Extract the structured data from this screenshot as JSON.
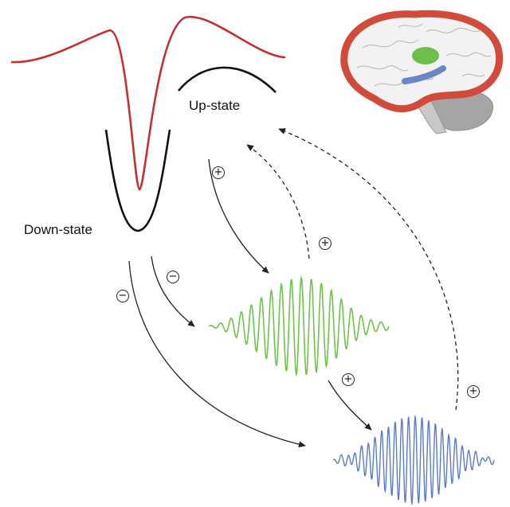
{
  "labels": {
    "up_state": "Up-state",
    "down_state": "Down-state"
  },
  "signs": [
    {
      "id": "sign-plus-1",
      "symbol": "+"
    },
    {
      "id": "sign-plus-2",
      "symbol": "+"
    },
    {
      "id": "sign-minus-1",
      "symbol": "−"
    },
    {
      "id": "sign-minus-2",
      "symbol": "−"
    },
    {
      "id": "sign-plus-3",
      "symbol": "+"
    },
    {
      "id": "sign-plus-4",
      "symbol": "+"
    }
  ],
  "colors": {
    "slow_oscillation": "#c0322f",
    "up_down_state": "#111111",
    "spindle": "#6fc24a",
    "ripple": "#5a7bc9",
    "arrow": "#222222",
    "brain_cortex": "#d24b3a",
    "brain_fill": "#f2f2f2",
    "brain_green_region": "#6cc04a",
    "brain_blue_region": "#6b86c8",
    "cerebellum": "#a5a5a5"
  },
  "icons": {
    "brain": "brain-icon"
  }
}
